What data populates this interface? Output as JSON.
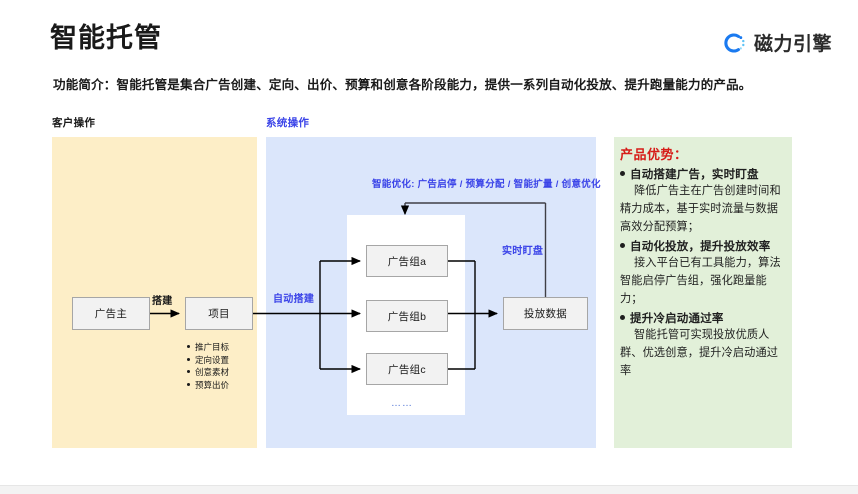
{
  "header": {
    "title": "智能托管",
    "subtitle": "功能简介：智能托管是集合广告创建、定向、出价、预算和创意各阶段能力，提供一系列自动化投放、提升跑量能力的产品。",
    "logo_text": "磁力引擎",
    "logo_icon": "ciliqingqing-c-icon"
  },
  "columns": {
    "customer": "客户操作",
    "system": "系统操作"
  },
  "diagram": {
    "nodes": {
      "advertiser": "广告主",
      "project": "项目",
      "group_a": "广告组a",
      "group_b": "广告组b",
      "group_c": "广告组c",
      "delivery_data": "投放数据",
      "ellipsis": "……"
    },
    "edge_labels": {
      "build": "搭建",
      "auto_build": "自动搭建",
      "optimize": "智能优化: 广告启停 / 预算分配 / 智能扩量 / 创意优化",
      "realtime_watch": "实时盯盘"
    },
    "project_bullets": [
      "推广目标",
      "定向设置",
      "创意素材",
      "预算出价"
    ]
  },
  "advantages": {
    "title": "产品优势：",
    "items": [
      {
        "heading": "自动搭建广告，实时盯盘",
        "body": "降低广告主在广告创建时间和精力成本，基于实时流量与数据高效分配预算；"
      },
      {
        "heading": "自动化投放，提升投放效率",
        "body": "接入平台已有工具能力，算法智能启停广告组，强化跑量能力；"
      },
      {
        "heading": "提升冷启动通过率",
        "body": "智能托管可实现投放优质人群、优选创意，提升冷启动通过率"
      }
    ]
  },
  "colors": {
    "panel_customer": "#fdeec7",
    "panel_system": "#dbe6fb",
    "panel_advantages": "#e2f0d9",
    "accent_blue": "#3b44e8",
    "accent_red": "#d61c18",
    "node_fill": "#f2f2f2",
    "node_border": "#a6a6a6"
  }
}
